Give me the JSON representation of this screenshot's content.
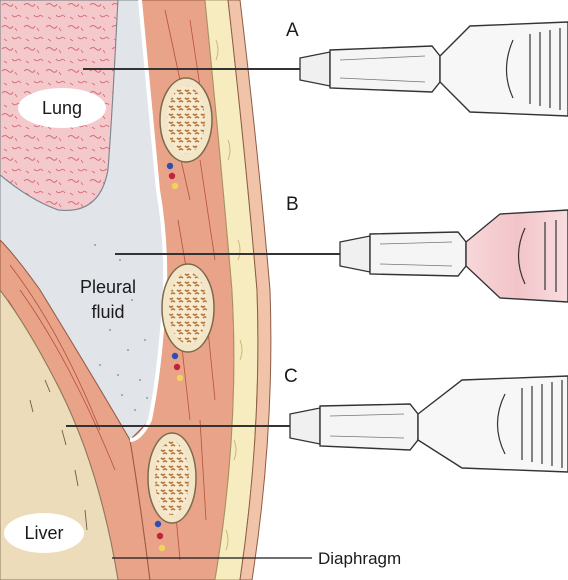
{
  "labels": {
    "lung": "Lung",
    "pleural_line1": "Pleural",
    "pleural_line2": "fluid",
    "liver": "Liver",
    "diaphragm": "Diaphragm"
  },
  "needles": [
    {
      "letter": "A"
    },
    {
      "letter": "B"
    },
    {
      "letter": "C"
    }
  ],
  "colors": {
    "lung": "#f4c9cc",
    "pleural_space": "#dfe3e7",
    "muscle": "#e8a388",
    "fat_layer": "#f7ecc0",
    "rib": "#f3e6c8",
    "rib_marrow": "#b8773a",
    "liver": "#eddcb9",
    "syringe_fluid": "#f2c4c8",
    "outline": "#3a3a3a"
  }
}
